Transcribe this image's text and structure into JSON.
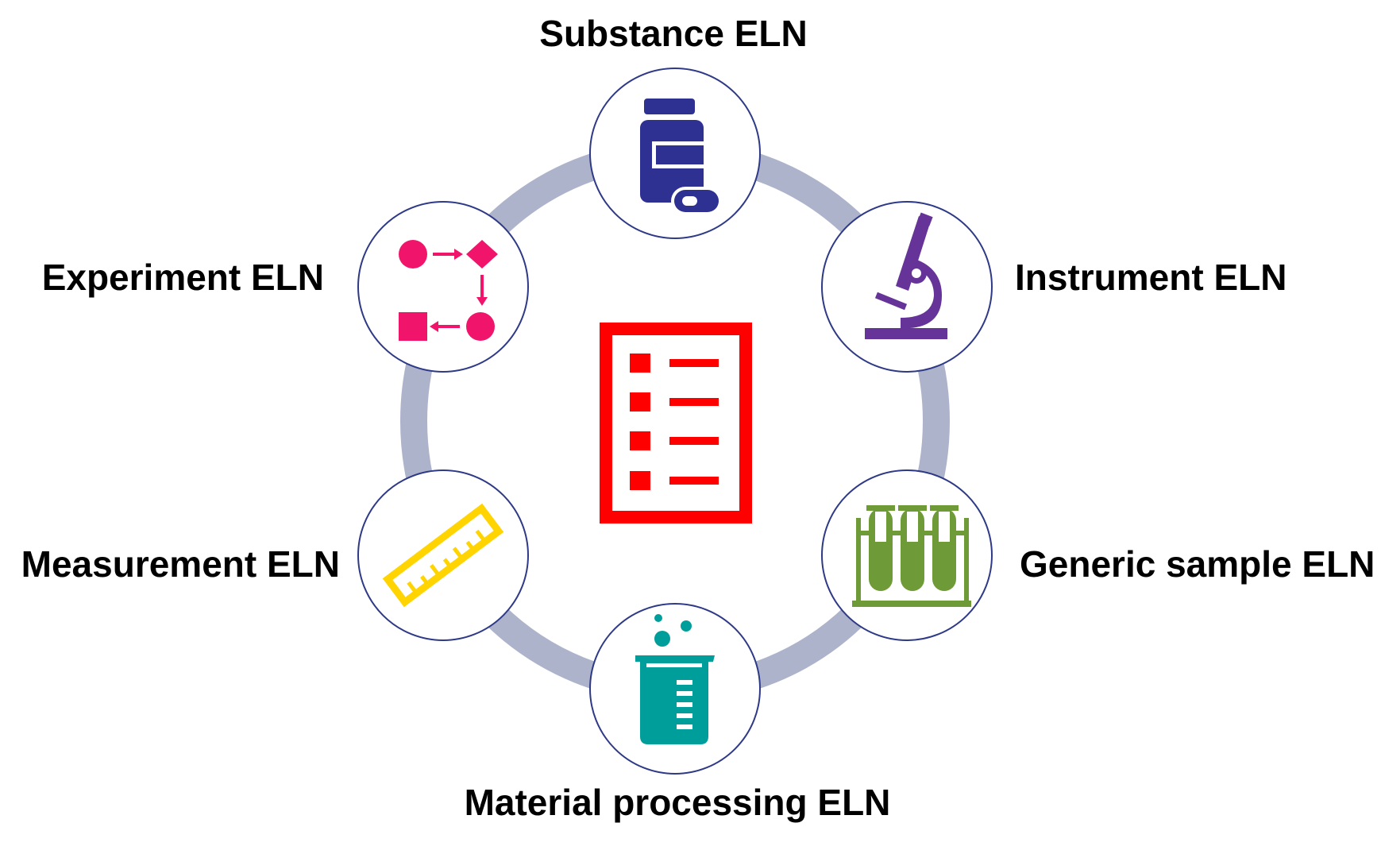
{
  "diagram": {
    "ring_color": "#aeb3cc",
    "node_border_color": "#2e3a87",
    "center": {
      "icon": "checklist-document-icon",
      "color": "#ff0000"
    },
    "nodes": [
      {
        "id": "substance",
        "label": "Substance ELN",
        "icon": "medicine-bottle-pill-icon",
        "color": "#2e3192"
      },
      {
        "id": "instrument",
        "label": "Instrument ELN",
        "icon": "microscope-icon",
        "color": "#663399"
      },
      {
        "id": "generic-sample",
        "label": "Generic sample ELN",
        "icon": "test-tube-rack-icon",
        "color": "#6e9b37"
      },
      {
        "id": "material-processing",
        "label": "Material processing ELN",
        "icon": "beaker-bubbles-icon",
        "color": "#009e9a"
      },
      {
        "id": "measurement",
        "label": "Measurement ELN",
        "icon": "ruler-icon",
        "color": "#ffd400"
      },
      {
        "id": "experiment",
        "label": "Experiment ELN",
        "icon": "workflow-shapes-icon",
        "color": "#f0156b"
      }
    ]
  }
}
